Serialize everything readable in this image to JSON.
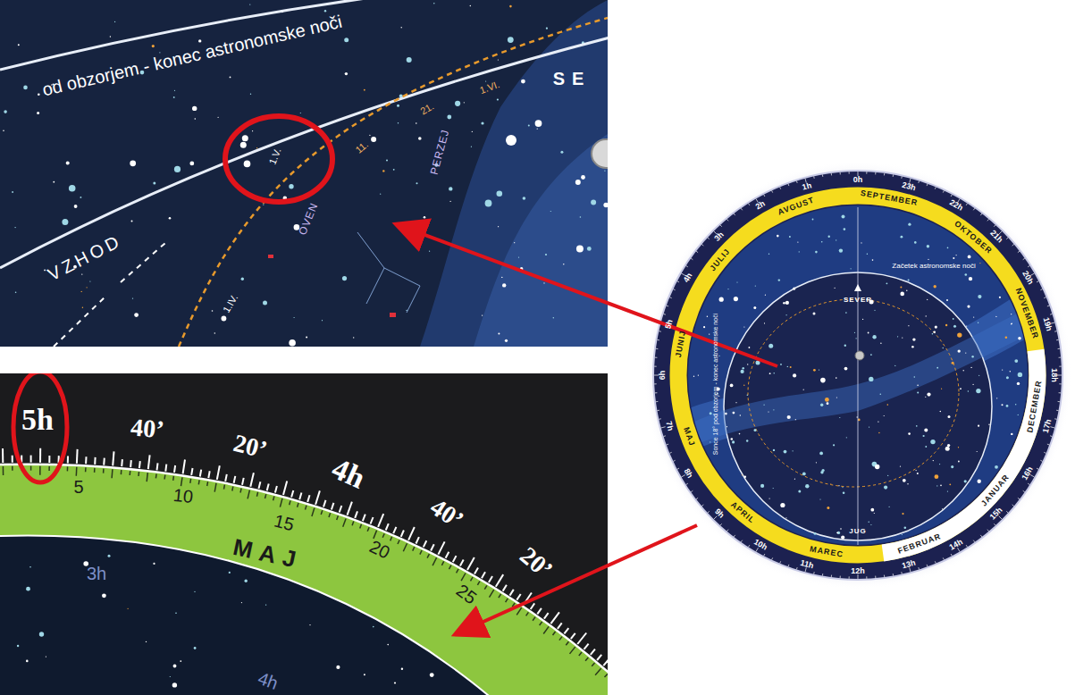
{
  "diagram": {
    "labels": [
      "od obzorjem - konec astronomske noči",
      "VZHOD",
      "1.V.",
      "OVEN",
      "PERZEJ",
      "SE",
      "1.VI.",
      "11.",
      "21.",
      "1.IV.",
      "5h",
      "40’",
      "20’",
      "4h",
      "40’",
      "20’",
      "5",
      "10",
      "15",
      "MAJ",
      "20",
      "25",
      "3h",
      "4h",
      "0h",
      "23h",
      "22h",
      "21h",
      "20h",
      "19h",
      "18h",
      "17h",
      "16h",
      "15h",
      "14h",
      "13h",
      "12h",
      "11h",
      "10h",
      "9h",
      "8h",
      "7h",
      "6h",
      "5h",
      "4h",
      "3h",
      "2h",
      "1h",
      "SEPTEMBER",
      "OKTOBER",
      "NOVEMBER",
      "DECEMBER",
      "JANUAR",
      "FEBRUAR",
      "MAREC",
      "APRIL",
      "MAJ",
      "JUNIJ",
      "JULIJ",
      "AVGUST",
      "Začetek astronomske noči",
      "SEVER",
      "JUG",
      "Sonce 18° pod obzorjem - konec astronomske noči"
    ]
  }
}
